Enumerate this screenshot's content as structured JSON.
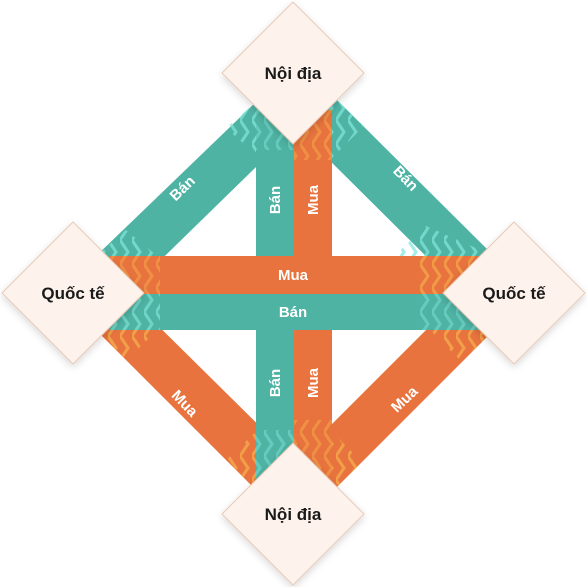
{
  "nodes": {
    "top": "Nội địa",
    "bottom": "Nội địa",
    "left": "Quốc tế",
    "right": "Quốc tế"
  },
  "bands": {
    "top_left": "Bán",
    "top_right": "Bán",
    "bottom_left": "Mua",
    "bottom_right": "Mua",
    "upper_vertical_left": "Bán",
    "upper_vertical_right": "Mua",
    "lower_vertical_left": "Bán",
    "lower_vertical_right": "Mua",
    "horizontal_top": "Mua",
    "horizontal_bottom": "Bán"
  },
  "colors": {
    "teal": "#4FB3A4",
    "orange": "#E8733E",
    "teal_chevron": "#7FE6D9",
    "orange_chevron": "#F6B04D",
    "node_fill": "#FDF3EC",
    "node_stroke": "#E8C9B5"
  }
}
